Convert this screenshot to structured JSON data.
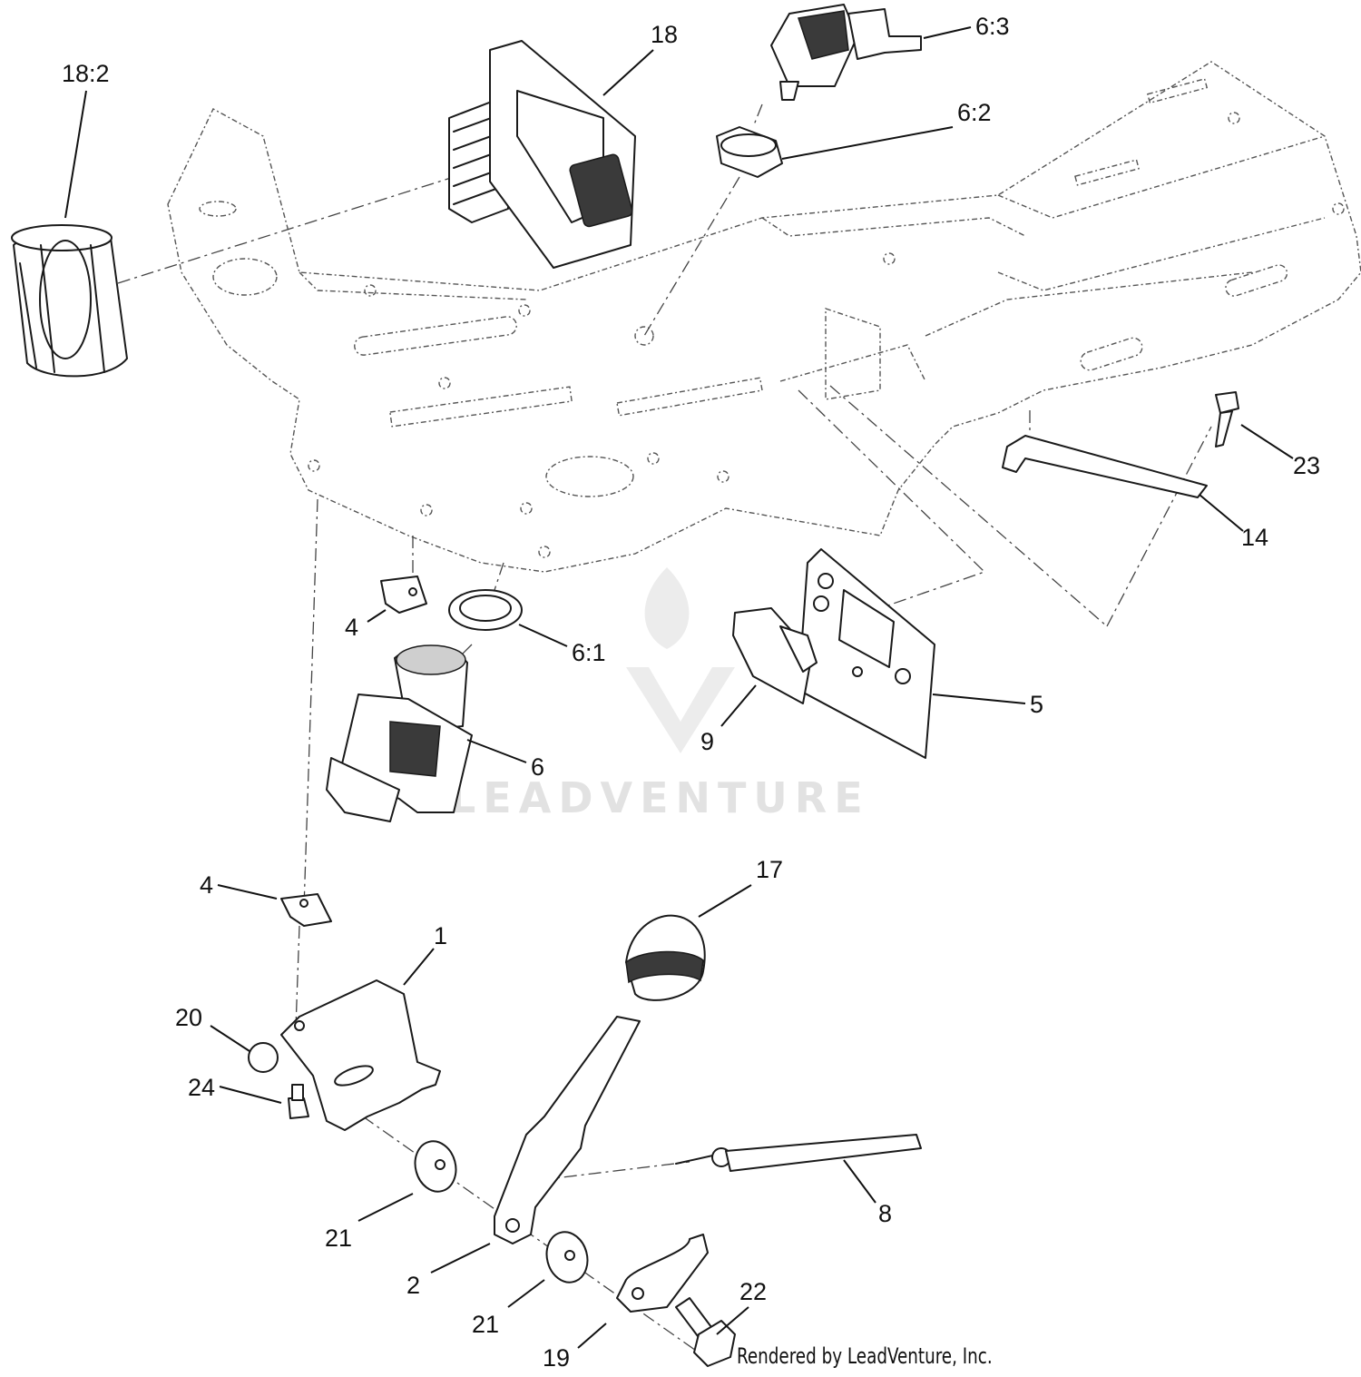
{
  "watermark": {
    "text": "LEADVENTURE"
  },
  "credit": "Rendered by LeadVenture, Inc.",
  "callouts": [
    {
      "id": "18:2",
      "label": "18:2"
    },
    {
      "id": "18",
      "label": "18"
    },
    {
      "id": "6:3",
      "label": "6:3"
    },
    {
      "id": "6:2",
      "label": "6:2"
    },
    {
      "id": "23",
      "label": "23"
    },
    {
      "id": "14",
      "label": "14"
    },
    {
      "id": "4a",
      "label": "4"
    },
    {
      "id": "6:1",
      "label": "6:1"
    },
    {
      "id": "5",
      "label": "5"
    },
    {
      "id": "9",
      "label": "9"
    },
    {
      "id": "6",
      "label": "6"
    },
    {
      "id": "17",
      "label": "17"
    },
    {
      "id": "4b",
      "label": "4"
    },
    {
      "id": "1",
      "label": "1"
    },
    {
      "id": "20",
      "label": "20"
    },
    {
      "id": "24",
      "label": "24"
    },
    {
      "id": "8",
      "label": "8"
    },
    {
      "id": "21a",
      "label": "21"
    },
    {
      "id": "2",
      "label": "2"
    },
    {
      "id": "22",
      "label": "22"
    },
    {
      "id": "21b",
      "label": "21"
    },
    {
      "id": "19",
      "label": "19"
    }
  ]
}
